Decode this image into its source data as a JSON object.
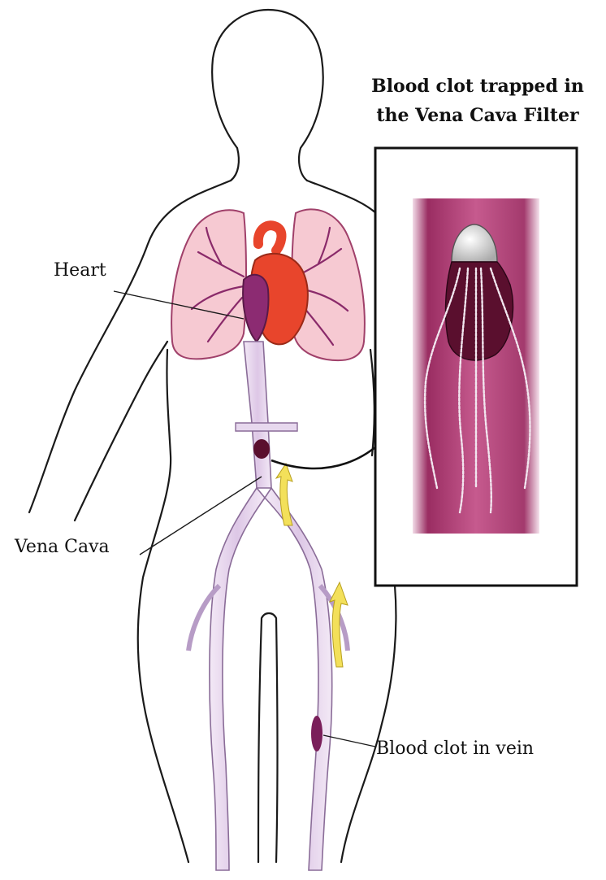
{
  "labels": {
    "inset_title_line1": "Blood clot trapped in",
    "inset_title_line2": "the Vena Cava Filter",
    "heart": "Heart",
    "vena_cava": "Vena Cava",
    "vein_clot": "Blood clot in vein"
  },
  "colors": {
    "outline": "#1a1a1a",
    "lung_fill": "#f6c9d2",
    "lung_vessels": "#8a2a6a",
    "heart": "#e8452c",
    "vein": "#e7d8ee",
    "vein_edge": "#8a6c98",
    "clot": "#5a0f2e",
    "inset_bg": "#b8447a",
    "filter_cap": "#d9d9d9",
    "flow_arrow": "#f3e05a"
  }
}
